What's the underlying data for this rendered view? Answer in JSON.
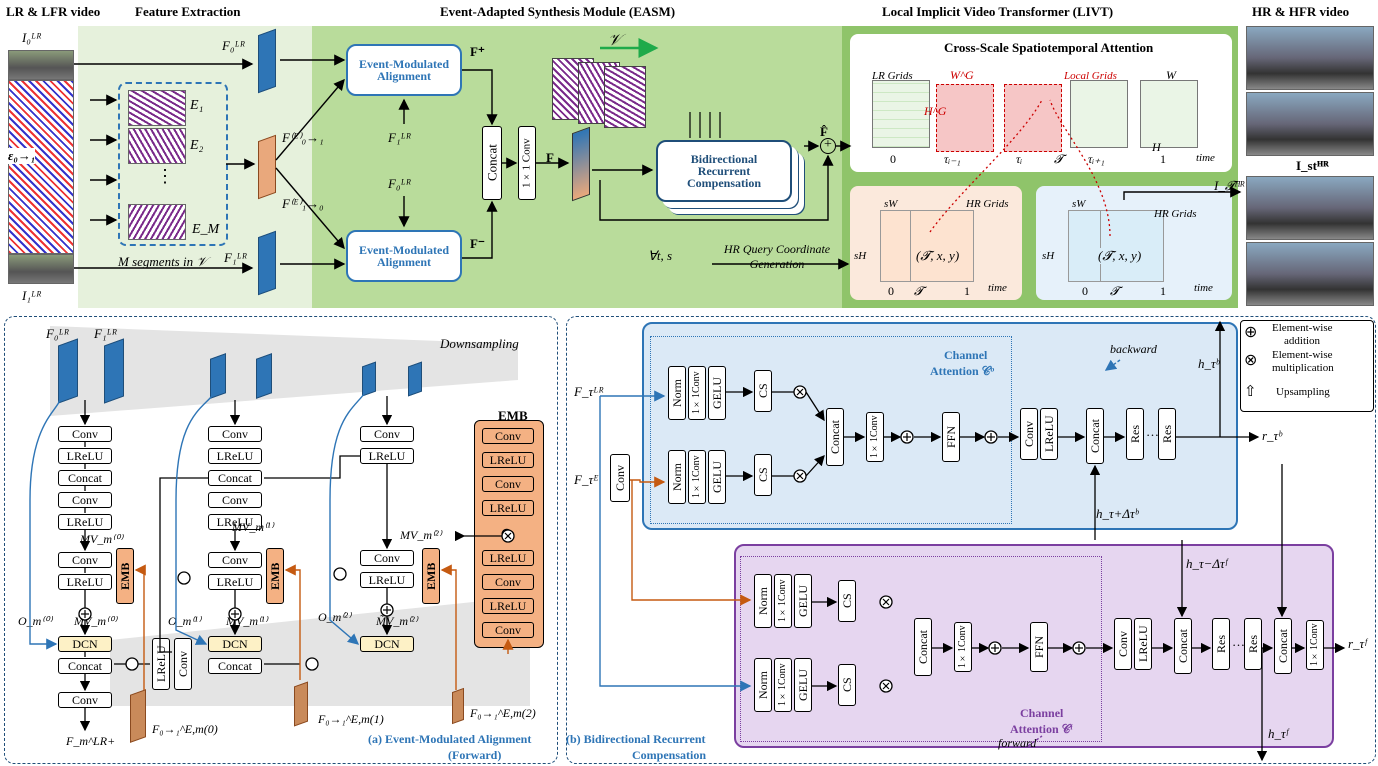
{
  "headers": {
    "input": "LR & LFR video",
    "feature": "Feature Extraction",
    "easm": "Event-Adapted Synthesis Module (EASM)",
    "livt": "Local Implicit Video Transformer (LIVT)",
    "output": "HR & HFR video"
  },
  "top": {
    "i0": "I₀ᴸᴿ",
    "i1": "I₁ᴸᴿ",
    "events": "ε₀→₁",
    "e1": "E₁",
    "e2": "E₂",
    "edots": "⋮",
    "em": "E_M",
    "segments": "M segments in 𝒱",
    "f0": "F₀ᴸᴿ",
    "f1": "F₁ᴸᴿ",
    "fe01": "F⁽ᴱ⁾₀→₁",
    "fe10": "F⁽ᴱ⁾₁→₀",
    "f1b": "F₁ᴸᴿ",
    "f0b": "F₀ᴸᴿ",
    "ema_top": "Event-Modulated Alignment",
    "ema_bot": "Event-Modulated Alignment",
    "fplus": "F⁺",
    "fminus": "F⁻",
    "concat": "Concat",
    "conv1x1": "1×1 Conv",
    "fbold": "F",
    "v": "𝒱",
    "brc": "Bidirectional Recurrent Compensation",
    "fhat": "F̂",
    "forall": "∀t, s",
    "hrq": "HR Query Coordinate Generation",
    "csta": "Cross-Scale Spatiotemporal Attention",
    "lrgrids": "LR Grids",
    "localgrids": "Local Grids",
    "wg": "W^G",
    "hg": "H^G",
    "w": "W",
    "h": "H",
    "t0": "0",
    "tim1": "τᵢ₋₁",
    "ti": "τᵢ",
    "tcal": "𝓣",
    "tip1": "τᵢ₊₁",
    "t1": "1",
    "time": "time",
    "sw": "sW",
    "sh": "sH",
    "hrgrids": "HR Grids",
    "coord": "(𝓣, x, y)",
    "ithr": "I_𝓣ᴴᴿ",
    "isthr": "I_stᴴᴿ"
  },
  "bottom_left": {
    "f0": "F₀ᴸᴿ",
    "f1": "F₁ᴸᴿ",
    "downsampling": "Downsampling",
    "conv": "Conv",
    "lrelu": "LReLU",
    "concat": "Concat",
    "dcn": "DCN",
    "emb": "EMB",
    "mv0": "MV_m⁽⁰⁾",
    "mv1": "MV_m⁽¹⁾",
    "mv2": "MV_m⁽²⁾",
    "mvt0": "M̃V_m⁽⁰⁾",
    "mvt1": "M̃V_m⁽¹⁾",
    "mvt2": "M̃V_m⁽²⁾",
    "o0": "O_m⁽⁰⁾",
    "o1": "O_m⁽¹⁾",
    "o2": "O_m⁽²⁾",
    "fe0": "F₀→₁^E,m(0)",
    "fe1": "F₀→₁^E,m(1)",
    "fe2": "F₀→₁^E,m(2)",
    "fm": "F_m^LR+",
    "caption1": "(a) Event-Modulated Alignment",
    "caption2": "(Forward)",
    "emb_title": "EMB",
    "emb_layers": [
      "Conv",
      "LReLU",
      "Conv",
      "LReLU",
      "LReLU",
      "Conv",
      "LReLU",
      "Conv"
    ]
  },
  "bottom_right": {
    "ftlr": "F_τᴸᴿ",
    "fte": "F_τᴱ",
    "conv": "Conv",
    "norm": "Norm",
    "c1x1": "1×1Conv",
    "gelu": "GELU",
    "cs": "CS",
    "concat": "Concat",
    "ffn": "FFN",
    "lrelu": "LReLU",
    "res": "Res",
    "dots": "…",
    "ca_b1": "Channel",
    "ca_b2": "Attention 𝒞ᵇ",
    "ca_f1": "Channel",
    "ca_f2": "Attention 𝒞ᶠ",
    "backward": "backward",
    "forward": "forward",
    "htb": "h_τᵇ",
    "htf": "h_τᶠ",
    "rtb": "r_τᵇ",
    "rtf": "r_τᶠ",
    "htdb": "h_τ+Δτᵇ",
    "htdf": "h_τ−Δτᶠ",
    "caption1": "(b) Bidirectional Recurrent",
    "caption2": "Compensation"
  },
  "legend": {
    "add1": "Element-wise",
    "add2": "addition",
    "mul1": "Element-wise",
    "mul2": "multiplication",
    "up": "Upsampling"
  },
  "colors": {
    "green_light": "#e6f1dc",
    "green": "#b9dc9b",
    "blue_feature": "#2e75b6",
    "orange_feature": "#c55a11",
    "purple_panel": "#e6d6f0",
    "blue_panel": "#dbe9f6"
  }
}
